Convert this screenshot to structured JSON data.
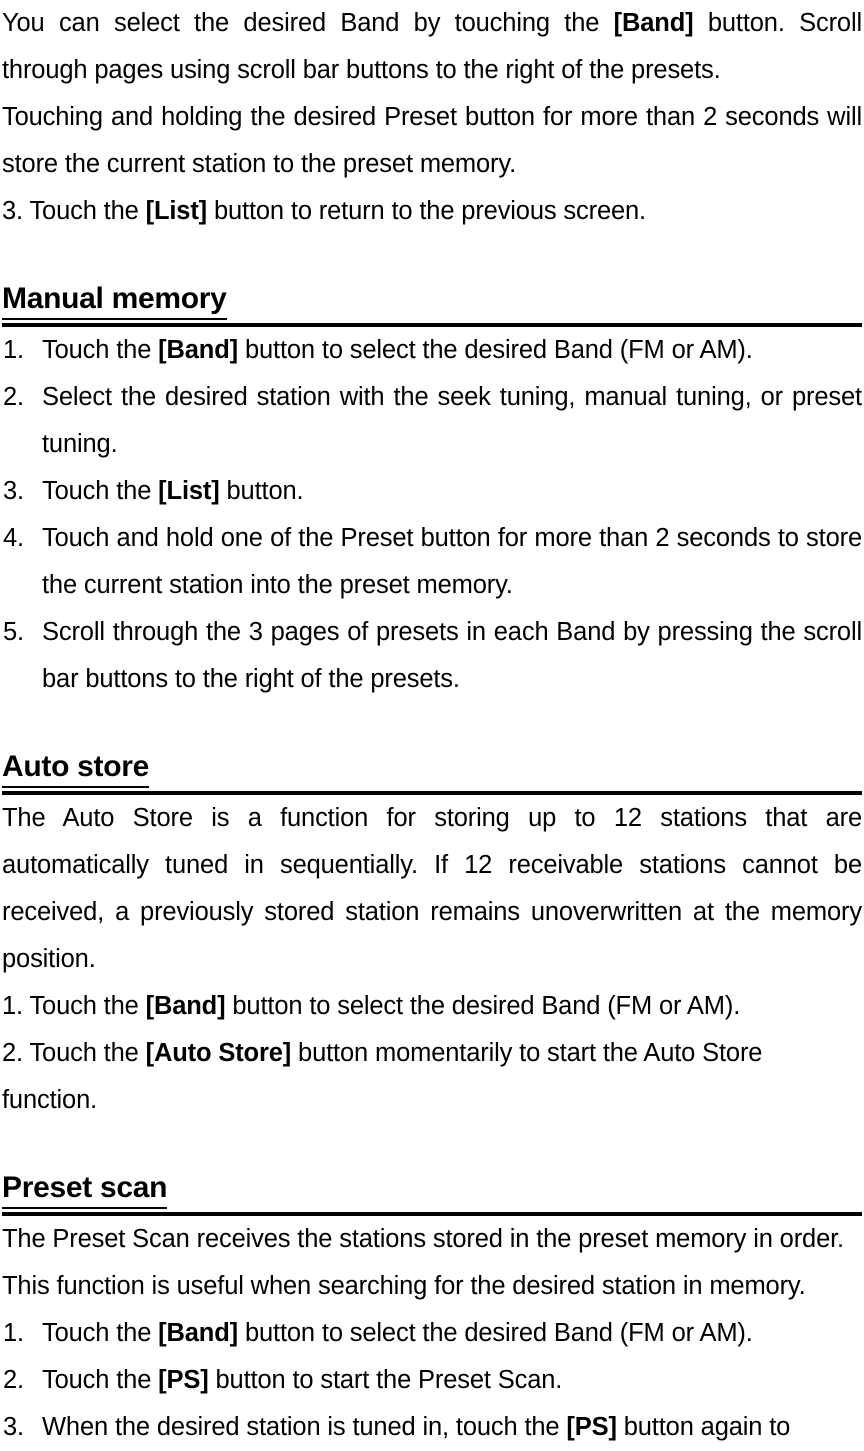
{
  "document": {
    "intro": {
      "paragraphs": [
        {
          "id": "intro-p1",
          "runs": [
            {
              "t": "You can select the desired Band by touching the ",
              "b": false
            },
            {
              "t": "[Band]",
              "b": true
            },
            {
              "t": " button. Scroll through pages using scroll bar buttons to the right of the presets.",
              "b": false
            }
          ]
        },
        {
          "id": "intro-p2",
          "runs": [
            {
              "t": "Touching and holding the desired Preset button for more than 2 seconds will store the current station to the preset memory.",
              "b": false
            }
          ]
        },
        {
          "id": "intro-p3",
          "runs": [
            {
              "t": "3. Touch the ",
              "b": false
            },
            {
              "t": "[List]",
              "b": true
            },
            {
              "t": " button to return to the previous screen.",
              "b": false
            }
          ]
        }
      ]
    },
    "sections": [
      {
        "id": "manual-memory",
        "heading": "Manual memory",
        "list_style": "hanging",
        "items": [
          {
            "marker": "1.",
            "runs": [
              {
                "t": "Touch the ",
                "b": false
              },
              {
                "t": "[Band]",
                "b": true
              },
              {
                "t": " button to select the desired Band (FM or AM).",
                "b": false
              }
            ]
          },
          {
            "marker": "2.",
            "runs": [
              {
                "t": "Select the desired station with the seek tuning, manual tuning, or preset tuning.",
                "b": false
              }
            ]
          },
          {
            "marker": "3.",
            "runs": [
              {
                "t": "Touch the ",
                "b": false
              },
              {
                "t": "[List]",
                "b": true
              },
              {
                "t": " button.",
                "b": false
              }
            ]
          },
          {
            "marker": "4.",
            "runs": [
              {
                "t": "Touch and hold one of the Preset button for more than 2 seconds to store the current station into the preset memory.",
                "b": false
              }
            ]
          },
          {
            "marker": "5.",
            "runs": [
              {
                "t": "Scroll through the 3 pages of presets in each Band by pressing the scroll bar buttons to the right of the presets.",
                "b": false
              }
            ]
          }
        ]
      },
      {
        "id": "auto-store",
        "heading": "Auto store",
        "list_style": "inline",
        "body_paragraphs": [
          {
            "id": "auto-store-desc",
            "runs": [
              {
                "t": "The Auto Store is a function for storing up to 12 stations that are automatically tuned in sequentially. If 12 receivable stations cannot be received, a previously stored station remains unoverwritten at the memory position.",
                "b": false
              }
            ]
          }
        ],
        "items": [
          {
            "marker": "1.",
            "runs": [
              {
                "t": "1. Touch the ",
                "b": false
              },
              {
                "t": "[Band]",
                "b": true
              },
              {
                "t": " button to select the desired Band (FM or AM).",
                "b": false
              }
            ]
          },
          {
            "marker": "2.",
            "runs": [
              {
                "t": "2. Touch the ",
                "b": false
              },
              {
                "t": "[Auto Store]",
                "b": true
              },
              {
                "t": " button momentarily to start the Auto Store function.",
                "b": false
              }
            ]
          }
        ]
      },
      {
        "id": "preset-scan",
        "heading": "Preset scan",
        "list_style": "hanging",
        "body_paragraphs": [
          {
            "id": "preset-scan-desc-1",
            "runs": [
              {
                "t": "The Preset Scan receives the stations stored in the preset memory in order.",
                "b": false
              }
            ]
          },
          {
            "id": "preset-scan-desc-2",
            "runs": [
              {
                "t": "This function is useful when searching for the desired station in memory.",
                "b": false
              }
            ]
          }
        ],
        "items": [
          {
            "marker": "1.",
            "runs": [
              {
                "t": "Touch the ",
                "b": false
              },
              {
                "t": "[Band]",
                "b": true
              },
              {
                "t": " button to select the desired Band (FM or AM).",
                "b": false
              }
            ]
          },
          {
            "marker": "2.",
            "runs": [
              {
                "t": "Touch the ",
                "b": false
              },
              {
                "t": "[PS]",
                "b": true
              },
              {
                "t": " button to start the Preset Scan.",
                "b": false
              }
            ]
          },
          {
            "marker": "3.",
            "runs": [
              {
                "t": "When the desired station is tuned in, touch the ",
                "b": false
              },
              {
                "t": "[PS]",
                "b": true
              },
              {
                "t": " button again to",
                "b": false
              }
            ]
          }
        ]
      }
    ]
  }
}
